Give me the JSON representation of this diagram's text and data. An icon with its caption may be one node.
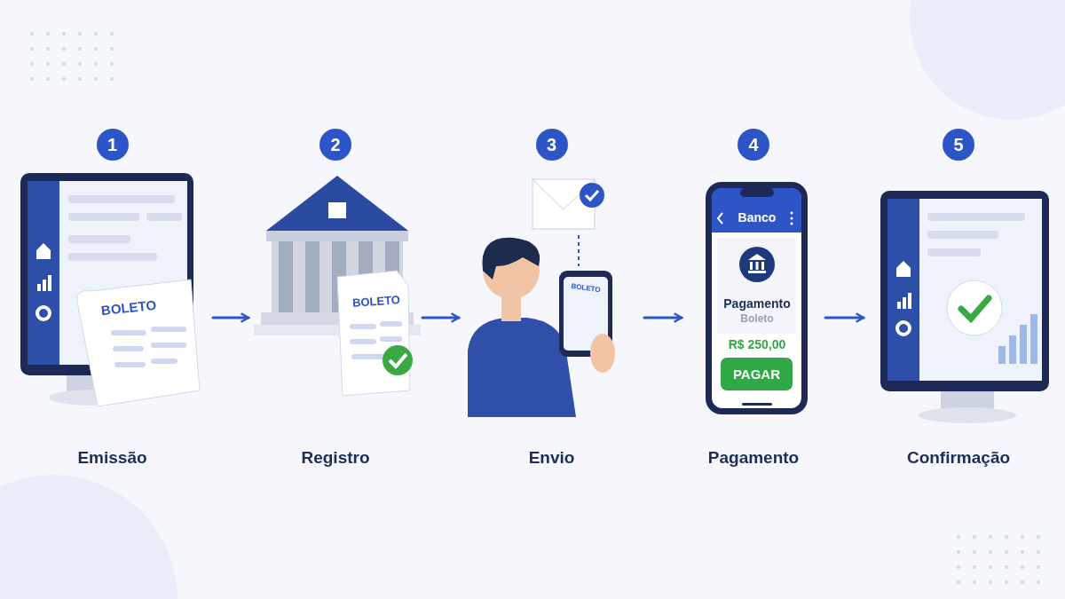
{
  "diagram": {
    "nodes": [
      {
        "text": [
          "1",
          "Emissão"
        ]
      },
      {
        "text": [
          "2",
          "Registro"
        ]
      },
      {
        "text": [
          "3",
          "Envio"
        ]
      },
      {
        "text": [
          "4",
          "Pagamento"
        ]
      },
      {
        "text": [
          "5",
          "Confirmação"
        ]
      }
    ],
    "edges": [
      {
        "from": 0,
        "to": 1,
        "arrow": "to"
      },
      {
        "from": 1,
        "to": 2,
        "arrow": "to"
      },
      {
        "from": 2,
        "to": 3,
        "arrow": "to"
      },
      {
        "from": 3,
        "to": 4,
        "arrow": "to"
      }
    ],
    "labels": [
      "BOLETO",
      "BOLETO",
      "BOLETO",
      "Banco",
      "Pagamento",
      "Boleto",
      "R$ 250,00",
      "PAGAR"
    ]
  }
}
